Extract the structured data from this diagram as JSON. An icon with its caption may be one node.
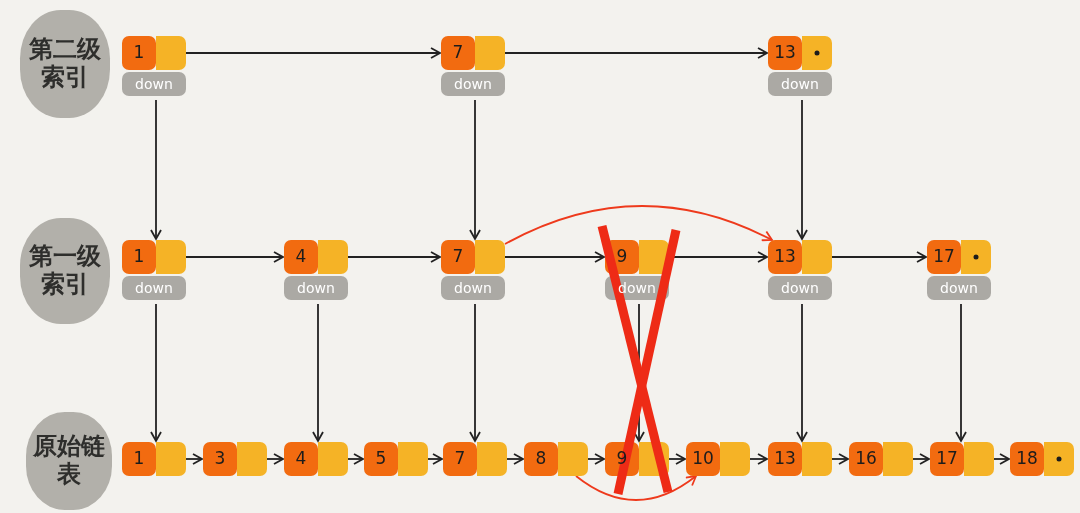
{
  "diagram": {
    "nodes": [
      {
        "text": [
          "第二级索引"
        ]
      },
      {
        "text": [
          "1",
          "down"
        ]
      },
      {
        "text": [
          "7",
          "down"
        ]
      },
      {
        "text": [
          "13",
          "down"
        ]
      },
      {
        "text": [
          "第一级索引"
        ]
      },
      {
        "text": [
          "1",
          "down"
        ]
      },
      {
        "text": [
          "4",
          "down"
        ]
      },
      {
        "text": [
          "7",
          "down"
        ]
      },
      {
        "text": [
          "9",
          "down"
        ]
      },
      {
        "text": [
          "13",
          "down"
        ]
      },
      {
        "text": [
          "17",
          "down"
        ]
      },
      {
        "text": [
          "原始链表"
        ]
      },
      {
        "text": [
          "1"
        ]
      },
      {
        "text": [
          "3"
        ]
      },
      {
        "text": [
          "4"
        ]
      },
      {
        "text": [
          "5"
        ]
      },
      {
        "text": [
          "7"
        ]
      },
      {
        "text": [
          "8"
        ]
      },
      {
        "text": [
          "9"
        ]
      },
      {
        "text": [
          "10"
        ]
      },
      {
        "text": [
          "13"
        ]
      },
      {
        "text": [
          "16"
        ]
      },
      {
        "text": [
          "17"
        ]
      },
      {
        "text": [
          "18"
        ]
      }
    ],
    "edges": [
      {
        "from": 1,
        "to": 2,
        "arrow": "to"
      },
      {
        "from": 2,
        "to": 3,
        "arrow": "to"
      },
      {
        "from": 1,
        "to": 5,
        "arrow": "to"
      },
      {
        "from": 2,
        "to": 7,
        "arrow": "to"
      },
      {
        "from": 3,
        "to": 9,
        "arrow": "to"
      },
      {
        "from": 5,
        "to": 6,
        "arrow": "to"
      },
      {
        "from": 6,
        "to": 7,
        "arrow": "to"
      },
      {
        "from": 7,
        "to": 8,
        "arrow": "to"
      },
      {
        "from": 8,
        "to": 9,
        "arrow": "to"
      },
      {
        "from": 9,
        "to": 10,
        "arrow": "to"
      },
      {
        "from": 7,
        "to": 9,
        "arrow": "to",
        "color": "#ee3a1c"
      },
      {
        "from": 5,
        "to": 12,
        "arrow": "to"
      },
      {
        "from": 6,
        "to": 14,
        "arrow": "to"
      },
      {
        "from": 7,
        "to": 16,
        "arrow": "to"
      },
      {
        "from": 8,
        "to": 18,
        "arrow": "to"
      },
      {
        "from": 9,
        "to": 20,
        "arrow": "to"
      },
      {
        "from": 10,
        "to": 22,
        "arrow": "to"
      },
      {
        "from": 12,
        "to": 13,
        "arrow": "to"
      },
      {
        "from": 13,
        "to": 14,
        "arrow": "to"
      },
      {
        "from": 14,
        "to": 15,
        "arrow": "to"
      },
      {
        "from": 15,
        "to": 16,
        "arrow": "to"
      },
      {
        "from": 16,
        "to": 17,
        "arrow": "to"
      },
      {
        "from": 17,
        "to": 18,
        "arrow": "to"
      },
      {
        "from": 18,
        "to": 19,
        "arrow": "to"
      },
      {
        "from": 19,
        "to": 20,
        "arrow": "to"
      },
      {
        "from": 20,
        "to": 21,
        "arrow": "to"
      },
      {
        "from": 21,
        "to": 22,
        "arrow": "to"
      },
      {
        "from": 22,
        "to": 23,
        "arrow": "to"
      },
      {
        "from": 17,
        "to": 19,
        "arrow": "to",
        "color": "#ee3a1c"
      }
    ]
  }
}
